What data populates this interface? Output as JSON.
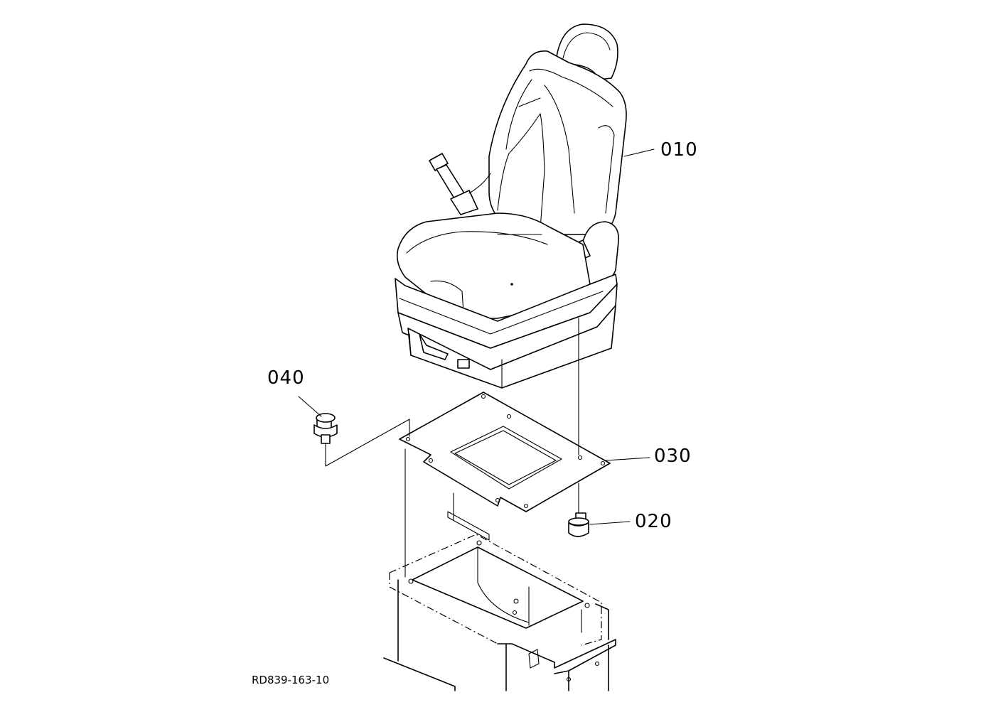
{
  "callouts": [
    {
      "id": "seat",
      "text": "010"
    },
    {
      "id": "nut",
      "text": "020"
    },
    {
      "id": "plate",
      "text": "030"
    },
    {
      "id": "bolt",
      "text": "040"
    }
  ],
  "figure_id": "RD839-163-10"
}
